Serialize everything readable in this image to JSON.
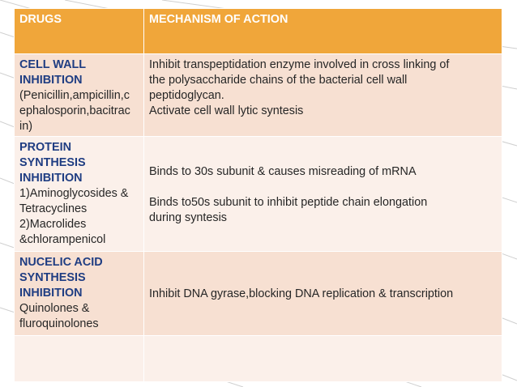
{
  "table": {
    "headers": [
      "DRUGS",
      "MECHANISM OF  ACTION"
    ],
    "rows": [
      {
        "category": [
          "CELL WALL",
          "INHIBITION"
        ],
        "drugs": [
          "(Penicillin,ampicillin,c",
          "ephalosporin,bacitrac",
          "in)"
        ],
        "mechanism": [
          "Inhibit transpeptidation enzyme involved in cross linking of",
          "the polysaccharide chains of the bacterial cell wall",
          "peptidoglycan.",
          "Activate cell wall lytic syntesis"
        ]
      },
      {
        "category": [
          "PROTEIN",
          "SYNTHESIS",
          "INHIBITION"
        ],
        "drugs": [
          "1)Aminoglycosides &",
          "Tetracyclines",
          "2)Macrolides",
          "&chlorampenicol"
        ],
        "mechanism": [
          "Binds to 30s subunit & causes misreading of mRNA",
          "",
          "Binds to50s subunit to inhibit peptide chain elongation",
          "during syntesis"
        ]
      },
      {
        "category": [
          "NUCELIC ACID",
          "SYNTHESIS",
          "INHIBITION"
        ],
        "drugs": [
          "Quinolones &",
          "fluroquinolones"
        ],
        "mechanism": [
          "Inhibit DNA gyrase,blocking DNA replication & transcription"
        ]
      },
      {
        "category": [],
        "drugs": [],
        "mechanism": []
      }
    ]
  },
  "colors": {
    "header": "#f0a63a",
    "row_odd": "#f7e0d2",
    "row_even": "#fbf0ea",
    "category_text": "#1f3d82",
    "body_text": "#262626"
  }
}
